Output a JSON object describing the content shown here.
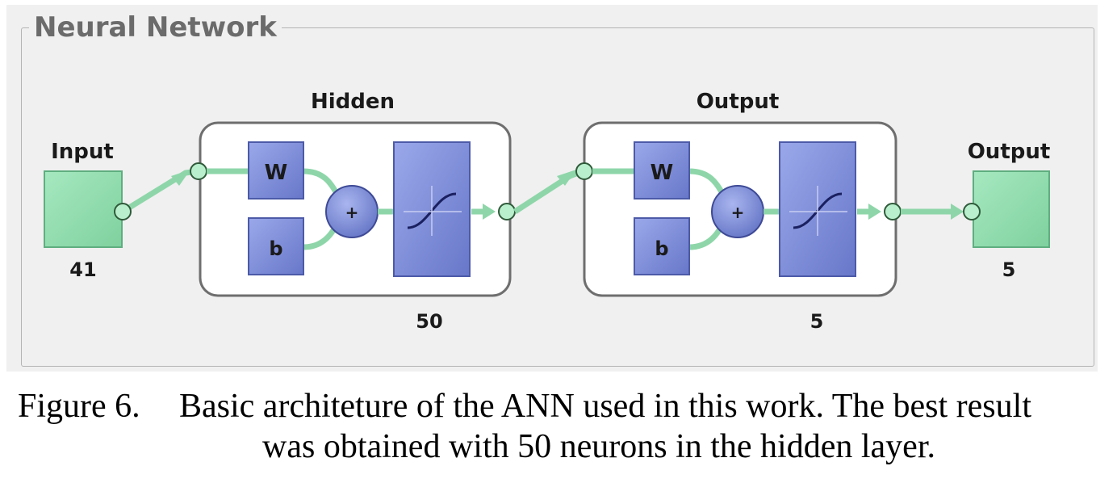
{
  "panel": {
    "title": "Neural Network"
  },
  "input": {
    "label": "Input",
    "size": "41"
  },
  "hidden": {
    "label": "Hidden",
    "weight_label": "W",
    "bias_label": "b",
    "sum_label": "+",
    "size": "50"
  },
  "output_layer": {
    "label": "Output",
    "weight_label": "W",
    "bias_label": "b",
    "sum_label": "+",
    "size": "5"
  },
  "output": {
    "label": "Output",
    "size": "5"
  },
  "caption": {
    "number": "Figure 6.",
    "line1": "Basic architeture of the ANN used in this work. The best result",
    "line2": "was obtained with 50 neurons in the hidden layer."
  },
  "colors": {
    "panel_bg": "#f0f0f0",
    "io_box": "#8fdcab",
    "layer_box": "#7b8ad6",
    "connector": "#9fe0b8",
    "node": "#9fe0b8"
  }
}
